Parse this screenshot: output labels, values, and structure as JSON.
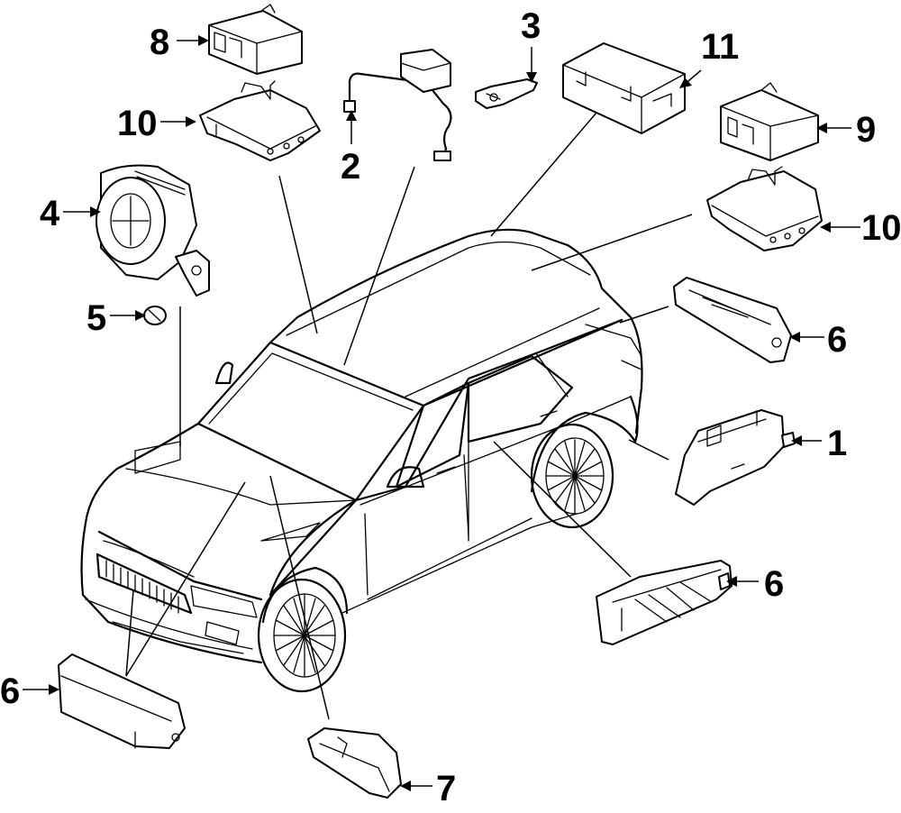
{
  "callouts": {
    "c1": "1",
    "c2": "2",
    "c3": "3",
    "c4": "4",
    "c5": "5",
    "c6a": "6",
    "c6b": "6",
    "c6c": "6",
    "c7": "7",
    "c8": "8",
    "c9": "9",
    "c10a": "10",
    "c10b": "10",
    "c11": "11"
  }
}
